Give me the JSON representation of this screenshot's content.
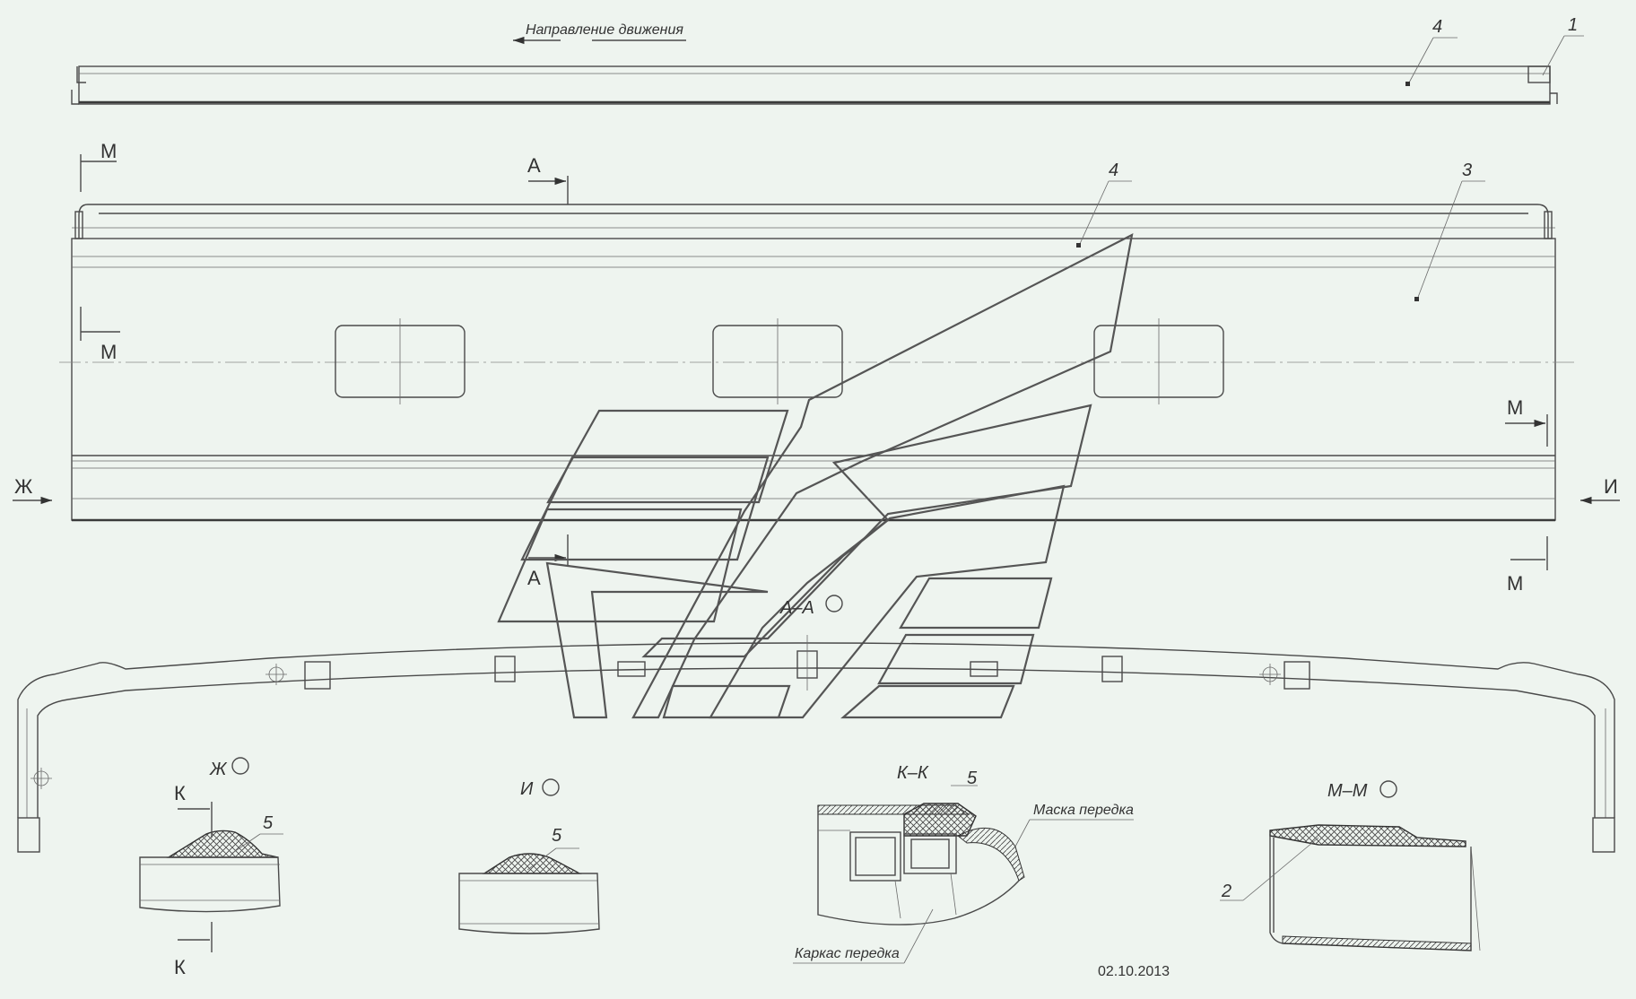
{
  "labels": {
    "direction": "Направление движения",
    "callout_1": "1",
    "callout_2": "2",
    "callout_3": "3",
    "callout_4": "4",
    "callout_5": "5",
    "section_m": "М",
    "section_a": "А",
    "section_zh": "Ж",
    "section_i": "И",
    "section_k": "К",
    "view_aa": "А–А",
    "view_zh": "Ж",
    "view_i": "И",
    "view_kk": "К–К",
    "view_mm": "М–М",
    "mask": "Маска передка",
    "frame": "Каркас передка",
    "date": "02.10.2013"
  }
}
